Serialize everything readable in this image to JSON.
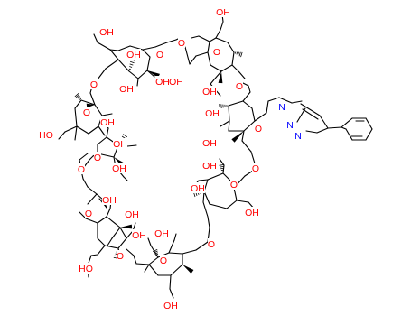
{
  "colors": {
    "oxygen": "#ff0000",
    "nitrogen": "#0000ff",
    "bond": "#000000",
    "background": "#ffffff"
  },
  "labels": {
    "oh": "OH",
    "ho": "HO",
    "o": "O",
    "n": "N"
  }
}
